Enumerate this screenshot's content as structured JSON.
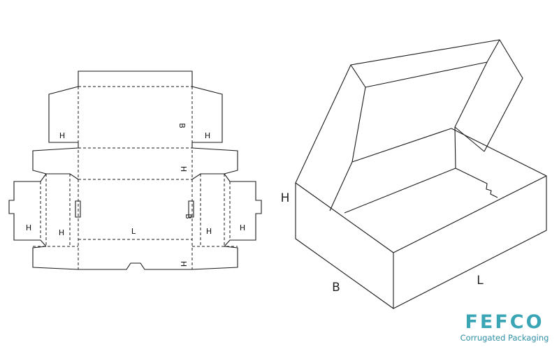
{
  "labels": {
    "height": "H",
    "width": "B",
    "length": "L"
  },
  "logo": {
    "mark": "FEFCO",
    "tagline": "Corrugated Packaging"
  },
  "colors": {
    "line": "#1a1a1a",
    "logo_mark": "#3aa6b5",
    "logo_tagline": "#2f8fa5"
  }
}
